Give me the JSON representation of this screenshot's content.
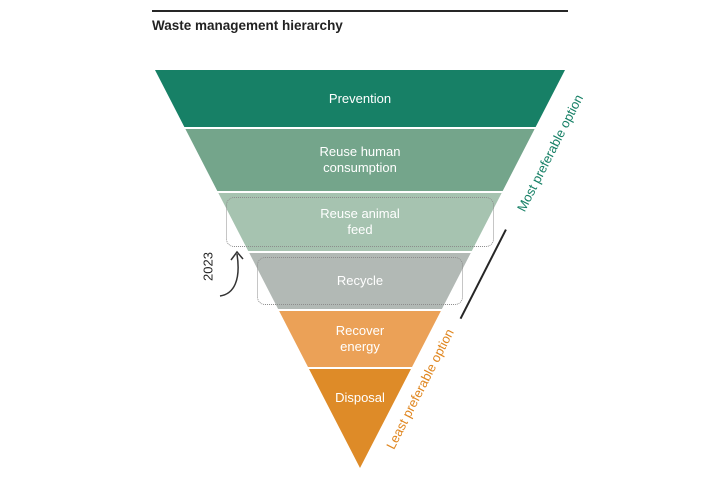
{
  "title": "Waste management hierarchy",
  "chart_data": {
    "type": "funnel",
    "title": "Waste management hierarchy",
    "orientation": "inverted-pyramid",
    "levels": [
      {
        "rank": 1,
        "label": "Prevention",
        "color": "#178066",
        "dotted_outline": false
      },
      {
        "rank": 2,
        "label": "Reuse human\nconsumption",
        "color": "#74a58b",
        "dotted_outline": false
      },
      {
        "rank": 3,
        "label": "Reuse animal\nfeed",
        "color": "#a6c3b0",
        "dotted_outline": true
      },
      {
        "rank": 4,
        "label": "Recycle",
        "color": "#b2b9b5",
        "dotted_outline": true
      },
      {
        "rank": 5,
        "label": "Recover\nenergy",
        "color": "#eba157",
        "dotted_outline": false
      },
      {
        "rank": 6,
        "label": "Disposal",
        "color": "#de8b28",
        "dotted_outline": false
      }
    ],
    "annotations": {
      "year_label": "2023",
      "most_label": "Most preferable option",
      "most_color": "#178066",
      "least_label": "Least preferable option",
      "least_color": "#e0861f"
    }
  }
}
